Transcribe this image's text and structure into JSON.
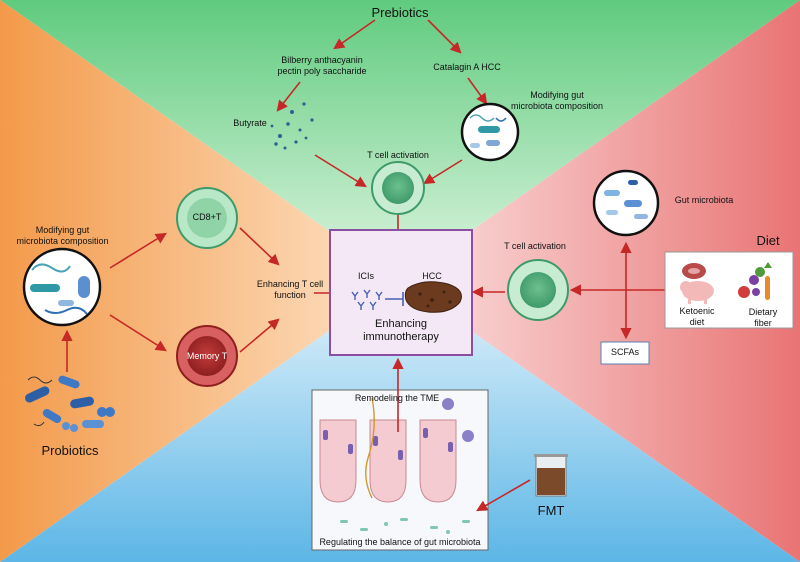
{
  "colors": {
    "prebiotics_region": "#8fd7a0",
    "probiotics_region": "#f4a65e",
    "diet_region": "#ee8e8e",
    "fmt_region": "#8ccbea",
    "center_box": "#f4e8f7",
    "center_border": "#8a4fa3",
    "arrow": "#c62828"
  },
  "top": {
    "title": "Prebiotics",
    "bilberry": "Bilberry anthacyanin\npectin poly saccharide",
    "catalagin": "Catalagin A HCC",
    "modifying": "Modifying gut\nmicrobiota composition",
    "butyrate": "Butyrate",
    "t_activation": "T cell activation"
  },
  "left": {
    "modifying": "Modifying gut\nmicrobiota composition",
    "cd8": "CD8+T",
    "memory": "Memory T",
    "enhancing": "Enhancing T cell\nfunction",
    "probiotics": "Probiotics"
  },
  "center": {
    "icis": "ICIs",
    "hcc": "HCC",
    "title": "Enhancing\nimmunotherapy"
  },
  "right": {
    "gut": "Gut microbiota",
    "diet": "Diet",
    "t_activation": "T cell activation",
    "ketoenic": "Ketoenic\ndiet",
    "fiber": "Dietary\nfiber",
    "scfas": "SCFAs"
  },
  "bottom": {
    "remodeling": "Remodeling the TME",
    "regulating": "Regulating the balance of gut microbiota",
    "fmt": "FMT"
  }
}
